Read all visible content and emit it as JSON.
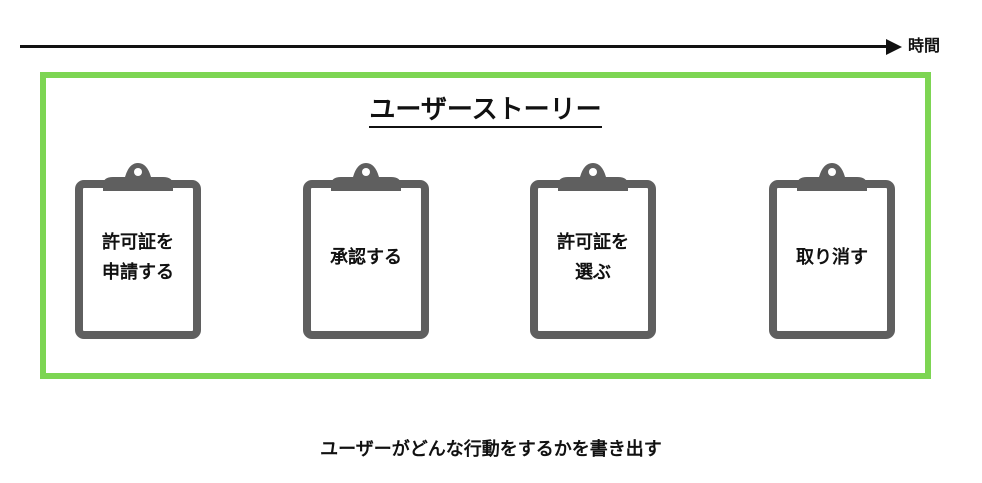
{
  "timeline": {
    "label": "時間"
  },
  "story_map": {
    "title": "ユーザーストーリー",
    "cards": [
      {
        "text": "許可証を\n申請する"
      },
      {
        "text": "承認する"
      },
      {
        "text": "許可証を\n選ぶ"
      },
      {
        "text": "取り消す"
      }
    ]
  },
  "caption": "ユーザーがどんな行動をするかを書き出す",
  "colors": {
    "frame": "#7dd553",
    "clipboard": "#5f5f5f",
    "text": "#111111"
  }
}
